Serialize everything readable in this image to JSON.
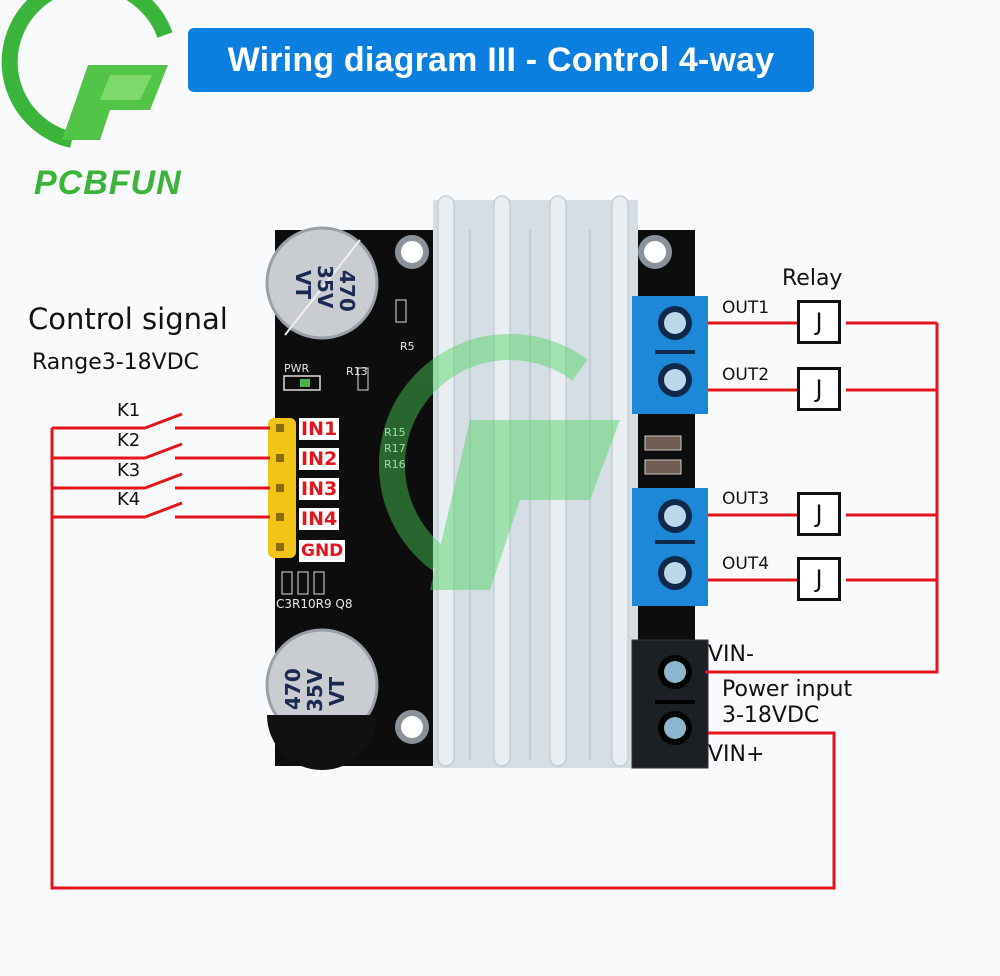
{
  "title": "Wiring diagram III - Control 4-way",
  "brand": {
    "name": "PCBFUN",
    "logo_icon": "pcbfun-logo-icon",
    "color": "#3ab43a"
  },
  "control_signal": {
    "title": "Control signal",
    "range": "Range3-18VDC",
    "switches": [
      {
        "label": "K1",
        "input": "IN1"
      },
      {
        "label": "K2",
        "input": "IN2"
      },
      {
        "label": "K3",
        "input": "IN3"
      },
      {
        "label": "K4",
        "input": "IN4"
      }
    ],
    "ground_label": "GND"
  },
  "relay": {
    "title": "Relay",
    "symbol": "J",
    "outputs": [
      "OUT1",
      "OUT2",
      "OUT3",
      "OUT4"
    ]
  },
  "power": {
    "vin_minus": "VIN-",
    "vin_plus": "VIN+",
    "label_line1": "Power input",
    "label_line2": "3-18VDC"
  },
  "board": {
    "capacitor_top": [
      "470",
      "35V",
      "VT"
    ],
    "capacitor_bottom": [
      "470",
      "35V",
      "VT"
    ],
    "silkscreen": [
      "PWR",
      "R13",
      "R5",
      "R15",
      "R17",
      "R16",
      "C3R10R9 Q8"
    ]
  },
  "colors": {
    "wire": "#e3141b",
    "banner": "#0a7fe0",
    "terminal": "#1e88d8",
    "pcb": "#0d0d0d",
    "pin_header": "#f2c418"
  }
}
